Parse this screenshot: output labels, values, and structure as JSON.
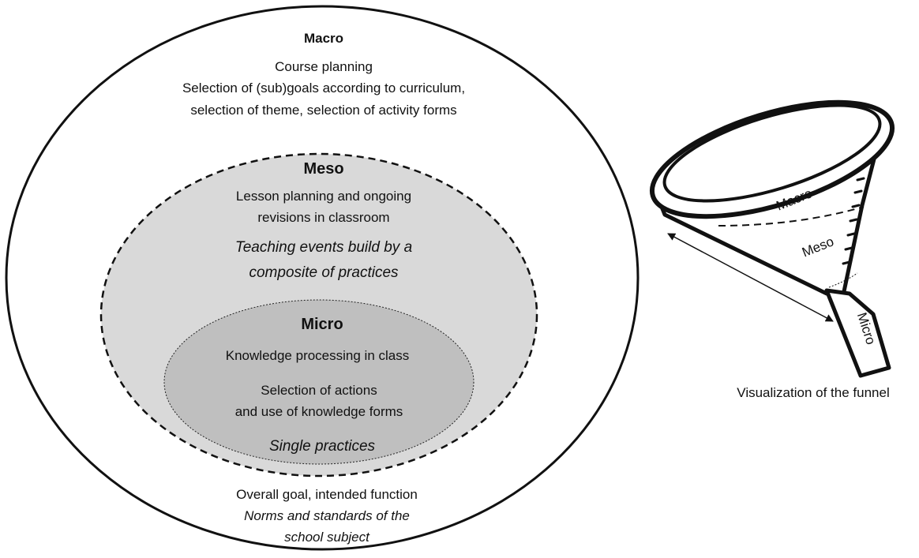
{
  "macro": {
    "title": "Macro",
    "line1": "Course planning",
    "line2": "Selection of (sub)goals according to curriculum,",
    "line3": "selection of theme, selection of activity forms",
    "bottom1": "Overall goal, intended function",
    "bottom2": "Norms and standards of the",
    "bottom3": "school subject"
  },
  "meso": {
    "title": "Meso",
    "line1": "Lesson planning and ongoing",
    "line2": "revisions in classroom",
    "ital1": "Teaching events build by a",
    "ital2": "composite of practices"
  },
  "micro": {
    "title": "Micro",
    "line1": "Knowledge processing in class",
    "line2": "Selection of actions",
    "line3": "and use of knowledge forms",
    "ital1": "Single practices"
  },
  "funnel": {
    "label_macro": "Macro",
    "label_meso": "Meso",
    "label_micro": "Micro",
    "caption": "Visualization of the funnel"
  },
  "colors": {
    "meso_fill": "#d9d9d9",
    "micro_fill": "#bfbfbf",
    "stroke": "#111111"
  }
}
